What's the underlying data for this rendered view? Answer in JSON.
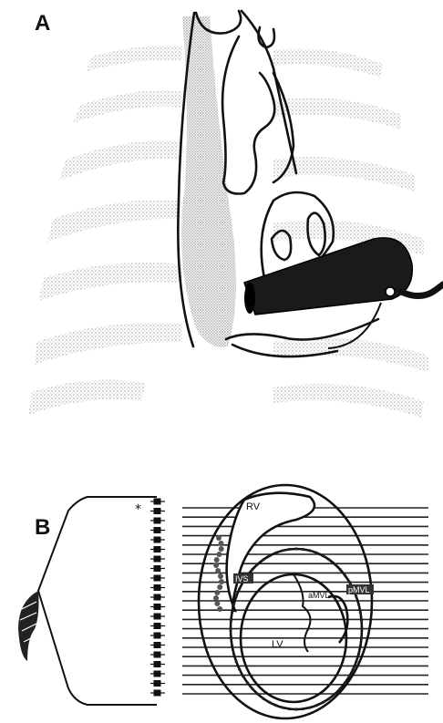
{
  "panels": {
    "a": {
      "letter": "A"
    },
    "b": {
      "letter": "B"
    }
  },
  "labels": {
    "rv": "RV",
    "lv": "LV",
    "amvl": "aMVL",
    "ivs": "IVS",
    "pmvl": "pMVL",
    "star": "*"
  },
  "colors": {
    "ink": "#111111",
    "rib_stipple": "#b8b8b8",
    "probe": "#1a1a1a",
    "scan_line": "#222222"
  },
  "icons": {
    "probe": "ultrasound-probe-icon",
    "cable": "probe-cable-icon"
  }
}
